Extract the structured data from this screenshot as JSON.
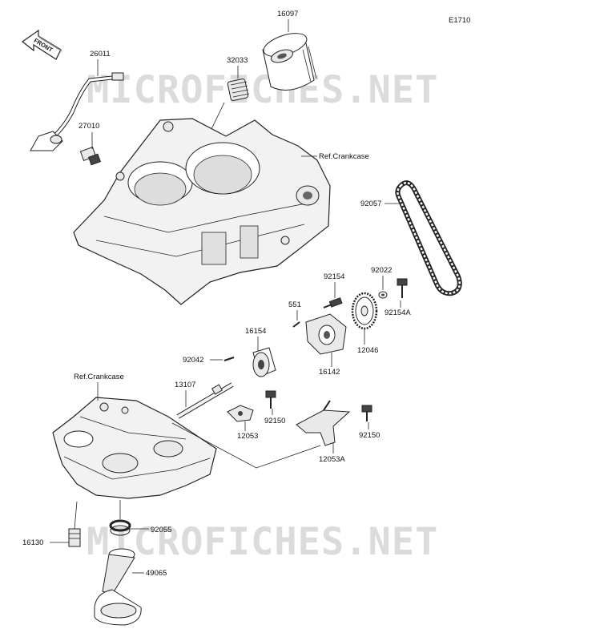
{
  "diagram": {
    "code": "E1710",
    "front_label": "FRONT",
    "watermark": "MICROFICHES.NET",
    "references": {
      "crankcase_top": "Ref.Crankcase",
      "crankcase_bottom": "Ref.Crankcase"
    },
    "part_numbers": {
      "p16097": "16097",
      "p32033": "32033",
      "p26011": "26011",
      "p27010": "27010",
      "p92057": "92057",
      "p92154": "92154",
      "p92022": "92022",
      "p551": "551",
      "p92154A": "92154A",
      "p16154": "16154",
      "p12046": "12046",
      "p92042": "92042",
      "p16142": "16142",
      "p13107": "13107",
      "p92150a": "92150",
      "p12053": "12053",
      "p92150b": "92150",
      "p12053A": "12053A",
      "p16130": "16130",
      "p92055": "92055",
      "p49065": "49065"
    }
  }
}
